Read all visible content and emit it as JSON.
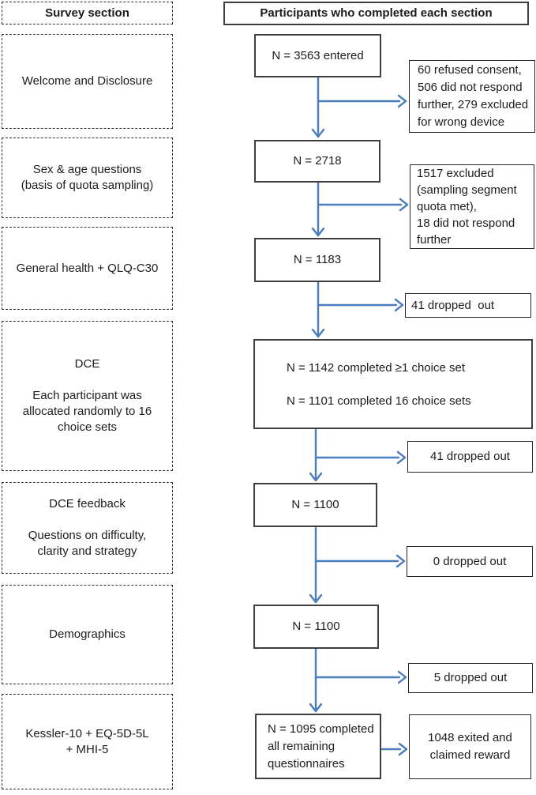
{
  "figure": {
    "left_header": "Survey section",
    "right_header": "Participants who completed each section"
  },
  "survey_sections": [
    {
      "lines": [
        "Welcome and Disclosure"
      ]
    },
    {
      "lines": [
        "Sex & age questions",
        "(basis of quota sampling)"
      ]
    },
    {
      "lines": [
        "General health + QLQ-C30"
      ]
    },
    {
      "lines": [
        "DCE",
        "",
        "Each participant was",
        "allocated randomly to 16",
        "choice sets"
      ]
    },
    {
      "lines": [
        "DCE feedback",
        "",
        "Questions on difficulty,",
        "clarity and strategy"
      ]
    },
    {
      "lines": [
        "Demographics"
      ]
    },
    {
      "lines": [
        "Kessler-10 + EQ-5D-5L",
        "+ MHI-5"
      ]
    }
  ],
  "flow_nodes": [
    {
      "lines": [
        "N = 3563 entered"
      ]
    },
    {
      "lines": [
        "N = 2718"
      ]
    },
    {
      "lines": [
        "N = 1183"
      ]
    },
    {
      "lines": [
        "N = 1142 completed ≥1 choice set",
        "",
        "N = 1101 completed 16 choice sets"
      ]
    },
    {
      "lines": [
        "N = 1100"
      ]
    },
    {
      "lines": [
        "N = 1100"
      ]
    },
    {
      "lines": [
        "N = 1095 completed",
        "all remaining",
        "questionnaires"
      ]
    }
  ],
  "side_notes": [
    {
      "lines": [
        "60 refused consent,",
        "506 did not respond",
        "further, 279 excluded",
        "for wrong device"
      ]
    },
    {
      "lines": [
        "1517 excluded",
        "(sampling segment",
        "quota met),",
        "18 did not respond",
        "further"
      ]
    },
    {
      "lines": [
        "41 dropped  out"
      ]
    },
    {
      "lines": [
        "41 dropped out"
      ]
    },
    {
      "lines": [
        "0 dropped out"
      ]
    },
    {
      "lines": [
        "5 dropped out"
      ]
    },
    {
      "lines": [
        "1048 exited and",
        "claimed reward"
      ]
    }
  ],
  "colors": {
    "arrow": "#4a7ebb",
    "solid_border": "#3f3f3f",
    "dashed_border": "#2f2f2f",
    "text": "#1c1c1c"
  }
}
